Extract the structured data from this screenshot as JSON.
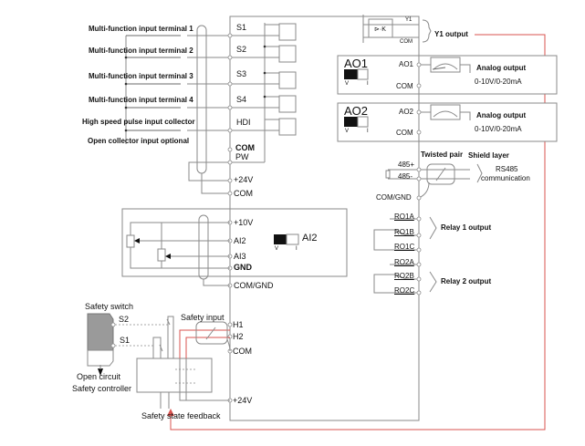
{
  "inputs": {
    "terminal1": "Multi-function input terminal 1",
    "terminal2": "Multi-function input terminal 2",
    "terminal3": "Multi-function input terminal 3",
    "terminal4": "Multi-function input terminal 4",
    "pulse": "High speed pulse input collector",
    "open_collector": "Open collector input optional"
  },
  "terminals": {
    "s1": "S1",
    "s2": "S2",
    "s3": "S3",
    "s4": "S4",
    "hdi": "HDI",
    "com": "COM",
    "pw": "PW",
    "plus24": "+24V",
    "com2": "COM",
    "plus10": "+10V",
    "ai2": "AI2",
    "ai3": "AI3",
    "gnd": "GND",
    "comgnd": "COM/GND",
    "h1": "H1",
    "h2": "H2",
    "com3": "COM",
    "plus24b": "+24V"
  },
  "analog_input": {
    "switch_label": "AI2",
    "v": "V",
    "i": "I"
  },
  "y1": {
    "y1": "Y1",
    "com": "COM",
    "label": "Y1 output"
  },
  "ao1": {
    "title": "AO1",
    "terminal": "AO1",
    "com": "COM",
    "v": "V",
    "i": "I",
    "label": "Analog output",
    "range": "0-10V/0-20mA"
  },
  "ao2": {
    "title": "AO2",
    "terminal": "AO2",
    "com": "COM",
    "v": "V",
    "i": "I",
    "label": "Analog output",
    "range": "0-10V/0-20mA"
  },
  "rs485": {
    "plus": "485+",
    "minus": "485-",
    "comgnd": "COM/GND",
    "twisted": "Twisted pair",
    "shield": "Shield  layer",
    "label1": "RS485",
    "label2": "communication"
  },
  "relay1": {
    "a": "RO1A",
    "b": "RO1B",
    "c": "RO1C",
    "label": "Relay 1 output"
  },
  "relay2": {
    "a": "RO2A",
    "b": "RO2B",
    "c": "RO2C",
    "label": "Relay 2 output"
  },
  "safety": {
    "switch": "Safety switch",
    "s2": "S2",
    "s1": "S1",
    "open_circuit": "Open circuit",
    "controller": "Safety controller",
    "input": "Safety input",
    "feedback": "Safety state feedback"
  },
  "colors": {
    "wire": "#8a8a8a",
    "feedback": "#d9534f",
    "switch_body": "#999999"
  }
}
